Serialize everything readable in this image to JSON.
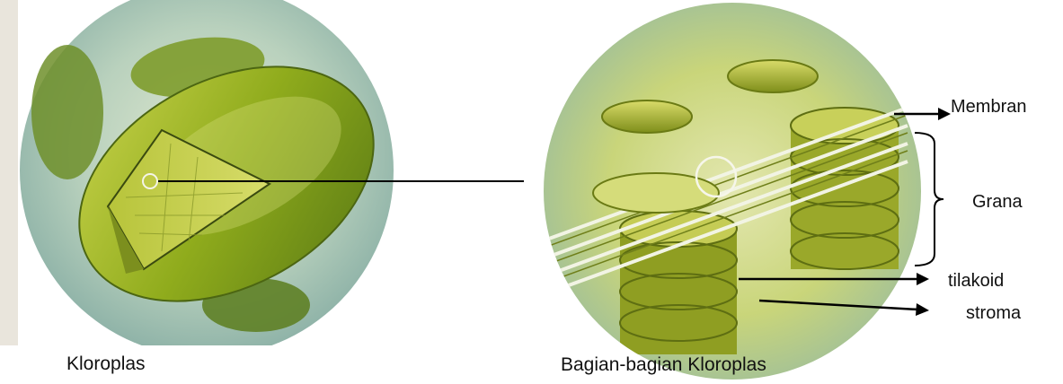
{
  "figure": {
    "left_caption": "Kloroplas",
    "right_caption": "Bagian-bagian Kloroplas"
  },
  "labels": {
    "membran": "Membran",
    "grana": "Grana",
    "tilakoid": "tilakoid",
    "stroma": "stroma"
  },
  "colors": {
    "cell_wall": "#b8cdb8",
    "chloroplast": "#9eb41e",
    "grana_stack": "#a8b32a",
    "line": "#000000"
  }
}
